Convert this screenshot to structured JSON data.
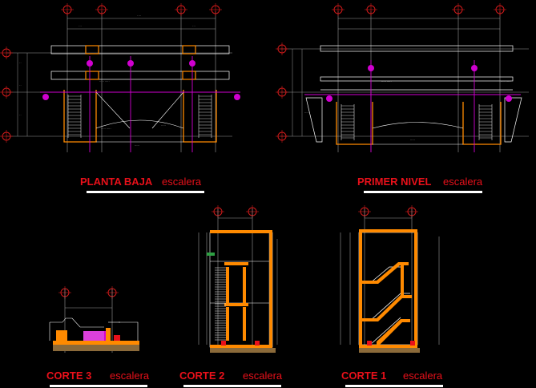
{
  "sheet": {
    "background": "#000000",
    "colors": {
      "title": "#e8101a",
      "wall": "#ff8a00",
      "axis": "#d100d1",
      "line": "#ffffff",
      "dim": "#9a9a9a",
      "grid_bubble": "#d11a1a",
      "ground": "#8b6a3a",
      "green": "#2ea043"
    }
  },
  "drawings": {
    "planta_baja": {
      "title": "PLANTA BAJA",
      "subtitle": "escalera"
    },
    "primer_nivel": {
      "title": "PRIMER NIVEL",
      "subtitle": "escalera"
    },
    "corte_3": {
      "title": "CORTE 3",
      "subtitle": "escalera"
    },
    "corte_2": {
      "title": "CORTE 2",
      "subtitle": "escalera"
    },
    "corte_1": {
      "title": "CORTE 1",
      "subtitle": "escalera"
    }
  }
}
